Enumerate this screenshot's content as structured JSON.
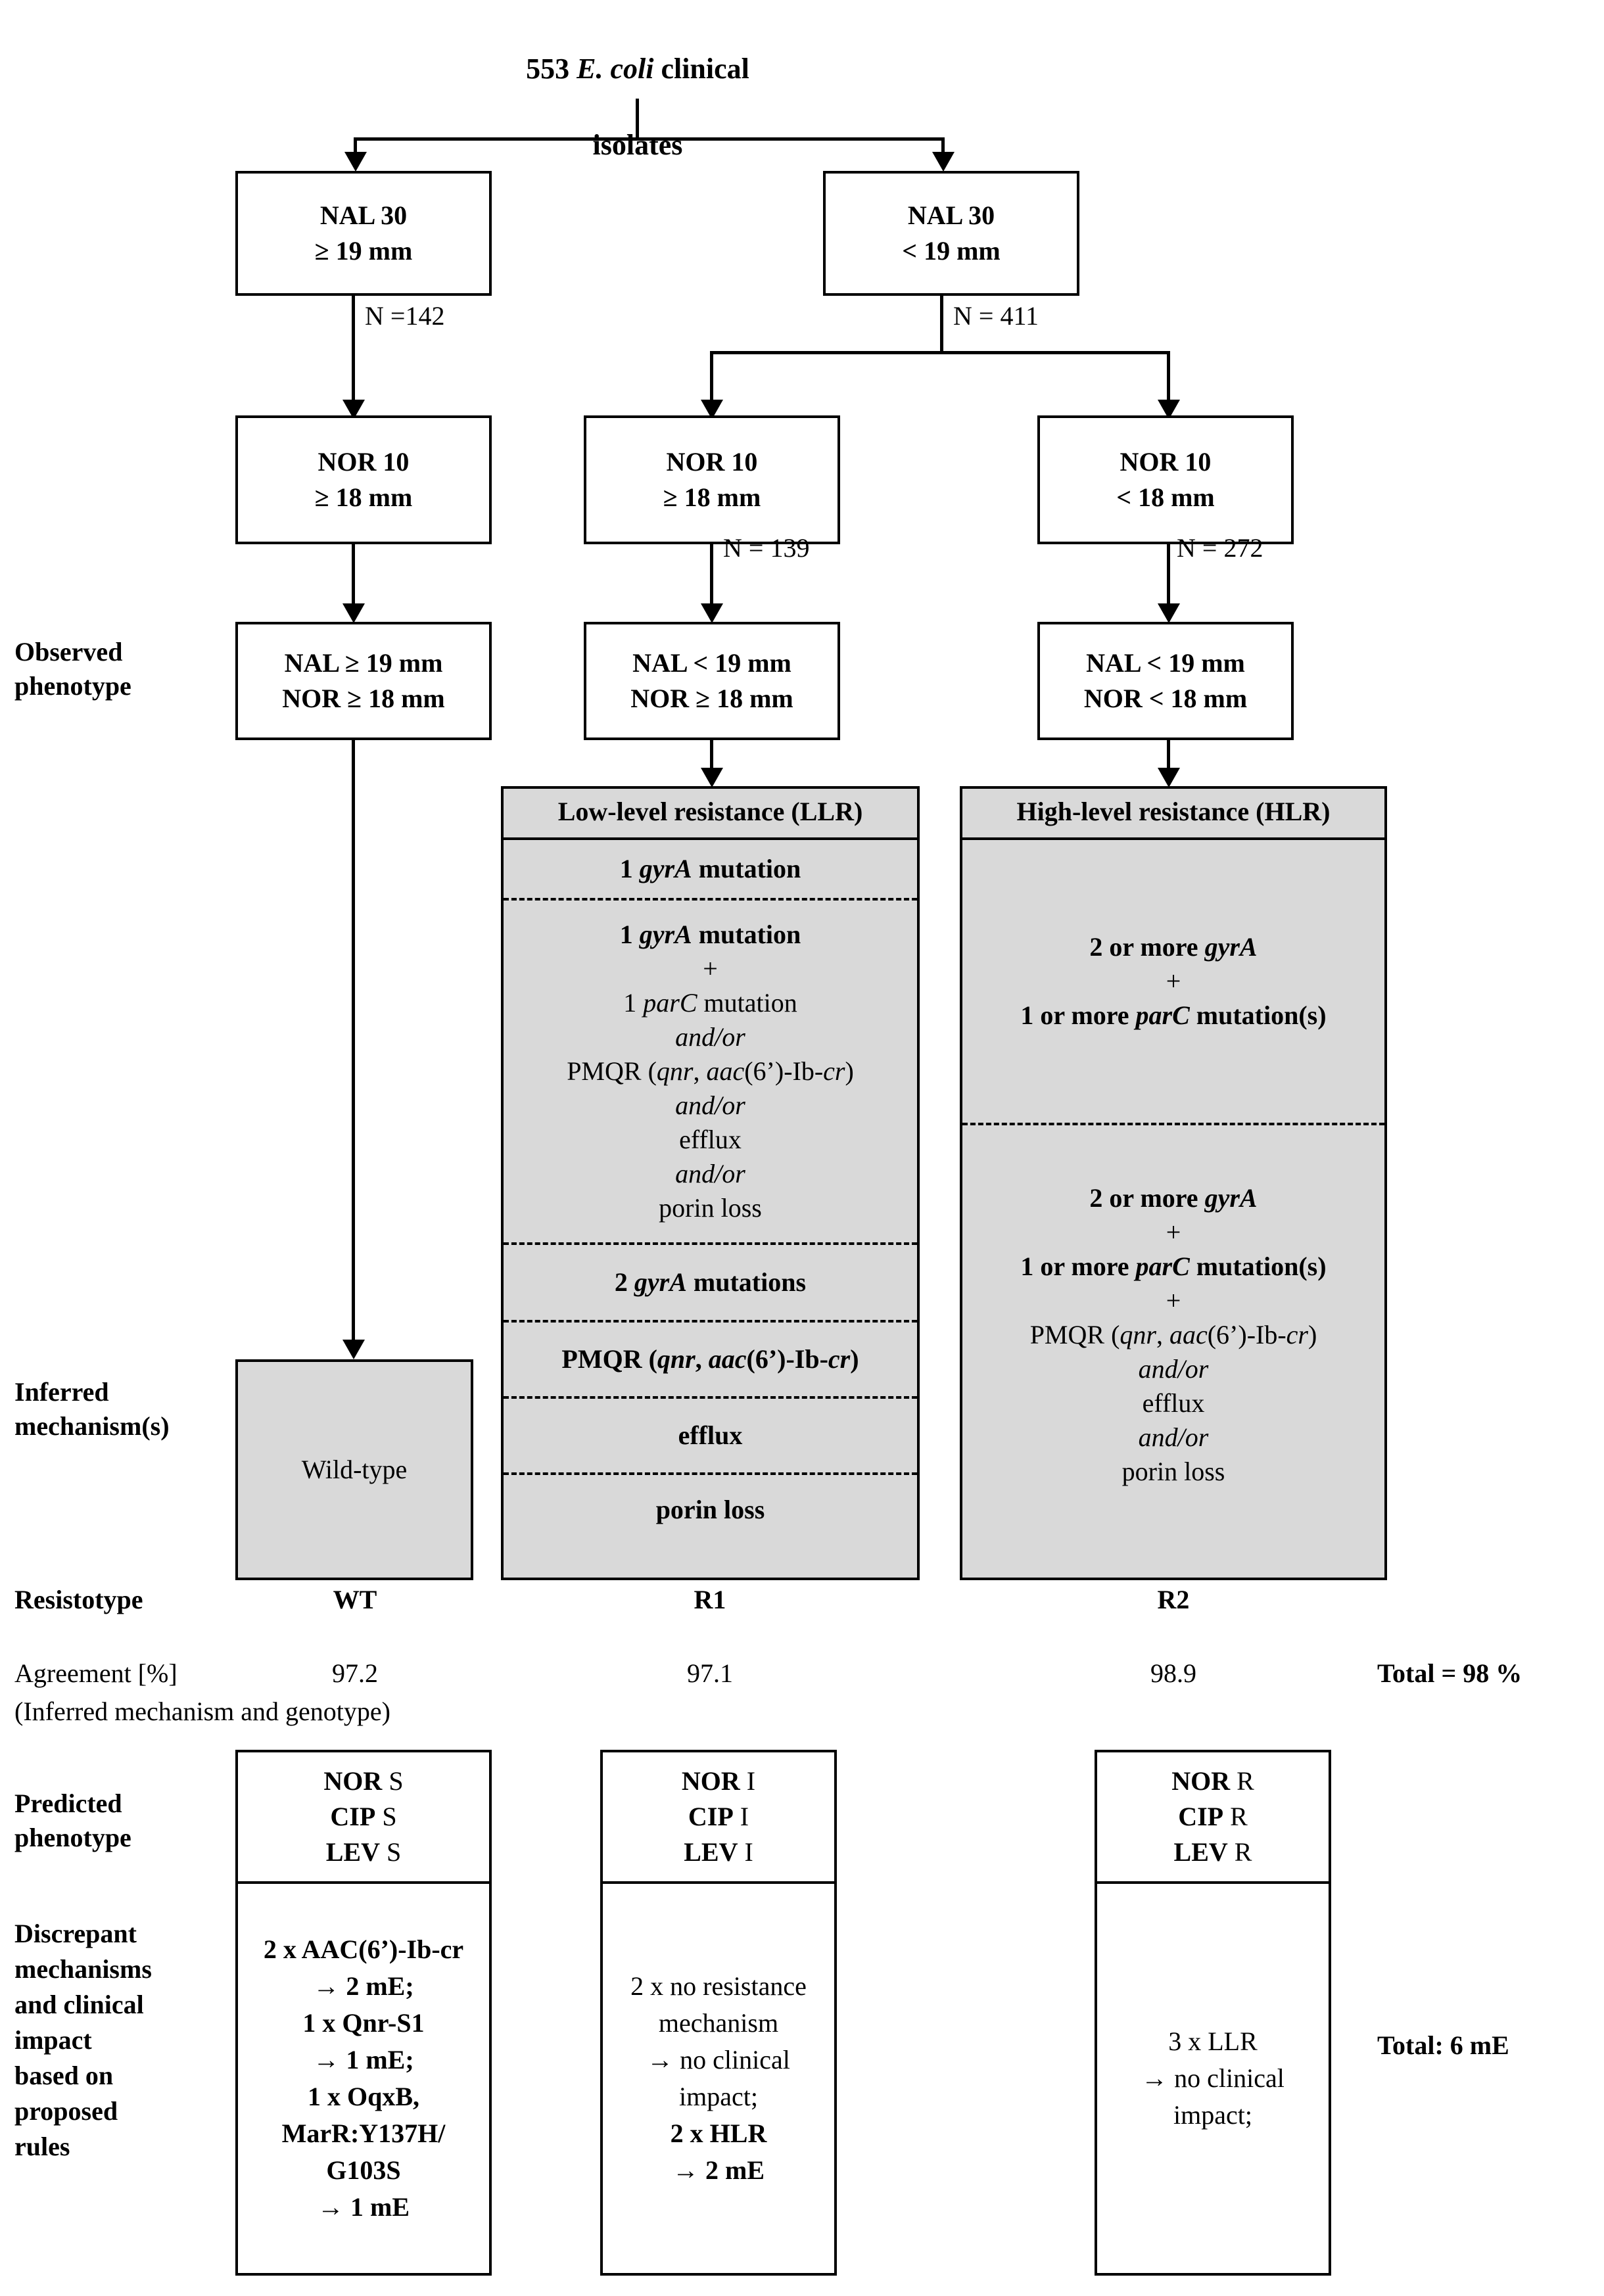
{
  "title": {
    "line1_prefix": "553 ",
    "line1_italic": "E. coli",
    "line1_suffix": " clinical",
    "line2": "isolates"
  },
  "row_labels": {
    "observed_phenotype": "Observed\nphenotype",
    "inferred_mechanisms": "Inferred\nmechanism(s)",
    "resistotype": "Resistotype",
    "agreement": "Agreement [%]",
    "agreement_note": "(Inferred mechanism and genotype)",
    "predicted_phenotype": "Predicted\nphenotype",
    "discrepant": "Discrepant\nmechanisms\nand clinical\nimpact\nbased on\nproposed\nrules"
  },
  "nal_boxes": [
    {
      "drug": "NAL 30",
      "criterion": "≥ 19 mm",
      "edge_label": "N =142"
    },
    {
      "drug": "NAL 30",
      "criterion": "< 19 mm",
      "edge_label": "N = 411"
    }
  ],
  "nor_boxes": [
    {
      "drug": "NOR 10",
      "criterion": "≥ 18 mm",
      "edge_label": ""
    },
    {
      "drug": "NOR 10",
      "criterion": "≥ 18 mm",
      "edge_label": "N = 139"
    },
    {
      "drug": "NOR 10",
      "criterion": "< 18 mm",
      "edge_label": "N = 272"
    }
  ],
  "observed_boxes": [
    {
      "nal": "NAL ≥ 19 mm",
      "nor": "NOR ≥ 18 mm"
    },
    {
      "nal": "NAL < 19 mm",
      "nor": "NOR ≥ 18 mm"
    },
    {
      "nal": "NAL < 19 mm",
      "nor": "NOR < 18 mm"
    }
  ],
  "wildtype_box": {
    "label": "Wild-type"
  },
  "llr": {
    "header": "Low-level resistance (LLR)",
    "segments": [
      {
        "lines": [
          {
            "text": "1 gyrA mutation",
            "bold": true,
            "italic_word": "gyrA"
          }
        ]
      },
      {
        "lines": [
          {
            "text": "1 gyrA mutation",
            "bold": true,
            "italic_word": "gyrA"
          },
          {
            "text": "+",
            "bold": false
          },
          {
            "text": "1 parC mutation",
            "bold": false,
            "italic_word": "parC"
          },
          {
            "text": "and/or",
            "bold": false,
            "italic": true
          },
          {
            "text": "PMQR (qnr, aac(6’)-Ib-cr)",
            "bold": false
          },
          {
            "text": "and/or",
            "bold": false,
            "italic": true
          },
          {
            "text": "efflux",
            "bold": false
          },
          {
            "text": "and/or",
            "bold": false,
            "italic": true
          },
          {
            "text": "porin loss",
            "bold": false
          }
        ]
      },
      {
        "lines": [
          {
            "text": "2 gyrA mutations",
            "bold": true,
            "italic_word": "gyrA"
          }
        ]
      },
      {
        "lines": [
          {
            "text": "PMQR (qnr, aac(6’)-Ib-cr)",
            "bold": true
          }
        ]
      },
      {
        "lines": [
          {
            "text": "efflux",
            "bold": true
          }
        ]
      },
      {
        "lines": [
          {
            "text": "porin loss",
            "bold": true
          }
        ]
      }
    ]
  },
  "hlr": {
    "header": "High-level resistance (HLR)",
    "segments": [
      {
        "lines": [
          {
            "text": "2 or more gyrA",
            "bold": true,
            "italic_word": "gyrA"
          },
          {
            "text": "+",
            "bold": false
          },
          {
            "text": "1 or more parC mutation(s)",
            "bold": true,
            "italic_word": "parC"
          }
        ]
      },
      {
        "lines": [
          {
            "text": "2 or more gyrA",
            "bold": true,
            "italic_word": "gyrA"
          },
          {
            "text": "+",
            "bold": false
          },
          {
            "text": "1 or more parC mutation(s)",
            "bold": true,
            "italic_word": "parC"
          },
          {
            "text": "+",
            "bold": false
          },
          {
            "text": "PMQR (qnr, aac(6’)-Ib-cr)",
            "bold": false
          },
          {
            "text": "and/or",
            "bold": false,
            "italic": true
          },
          {
            "text": "efflux",
            "bold": false
          },
          {
            "text": "and/or",
            "bold": false,
            "italic": true
          },
          {
            "text": "porin loss",
            "bold": false
          }
        ]
      }
    ]
  },
  "resistotypes": [
    "WT",
    "R1",
    "R2"
  ],
  "agreement_values": [
    "97.2",
    "97.1",
    "98.9"
  ],
  "agreement_total": "Total = 98 %",
  "predicted_phenotypes": [
    {
      "nor": "NOR S",
      "cip": "CIP S",
      "lev": "LEV S"
    },
    {
      "nor": "NOR I",
      "cip": "CIP I",
      "lev": "LEV I"
    },
    {
      "nor": "NOR R",
      "cip": "CIP R",
      "lev": "LEV R"
    }
  ],
  "discrepant_boxes": [
    {
      "lines": [
        {
          "text": "2 x AAC(6’)-Ib-cr",
          "bold": true
        },
        {
          "text": "→ 2 mE;",
          "bold": true
        },
        {
          "text": "1 x Qnr-S1",
          "bold": true
        },
        {
          "text": "→ 1 mE;",
          "bold": true
        },
        {
          "text": "1 x OqxB,",
          "bold": true
        },
        {
          "text": "MarR:Y137H/",
          "bold": true
        },
        {
          "text": "G103S",
          "bold": true
        },
        {
          "text": "→ 1 mE",
          "bold": true
        }
      ]
    },
    {
      "lines": [
        {
          "text": "2 x no resistance",
          "bold": false
        },
        {
          "text": "mechanism",
          "bold": false
        },
        {
          "text": "→ no clinical",
          "bold": false
        },
        {
          "text": "impact;",
          "bold": false
        },
        {
          "text": "2 x HLR",
          "bold": true
        },
        {
          "text": "→ 2 mE",
          "bold": true
        }
      ]
    },
    {
      "lines": [
        {
          "text": "3 x LLR",
          "bold": false
        },
        {
          "text": "→ no clinical",
          "bold": false
        },
        {
          "text": "impact;",
          "bold": false
        }
      ]
    }
  ],
  "discrepant_total": "Total: 6 mE",
  "colors": {
    "box_fill_gray": "#d9d9d9",
    "stroke": "#000000",
    "background": "#ffffff"
  }
}
